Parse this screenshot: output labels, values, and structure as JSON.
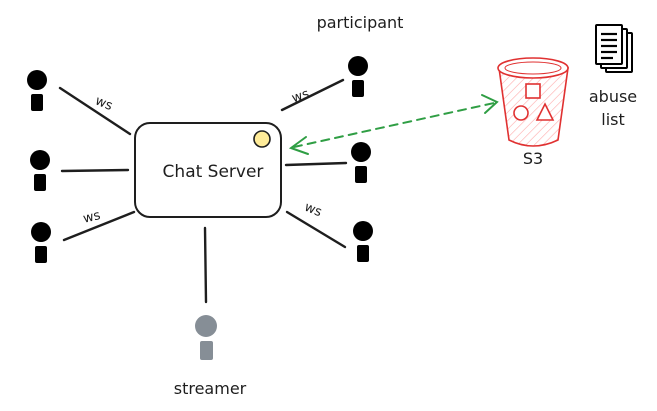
{
  "server": {
    "label": "Chat Server"
  },
  "labels": {
    "participant": "participant",
    "streamer": "streamer",
    "s3": "S3",
    "abuse_line1": "abuse",
    "abuse_line2": "list"
  },
  "edge_labels": {
    "top_left": "ws",
    "bottom_left": "ws",
    "top_right": "ws",
    "bottom_right": "ws"
  },
  "icons": {
    "participant": "person-icon",
    "streamer": "person-icon",
    "s3": "s3-bucket-icon",
    "abuse_list": "document-stack-icon"
  },
  "colors": {
    "stroke": "#1e1e1e",
    "server_fill": "#ffffff",
    "server_status_dot": "#ffec99",
    "streamer": "#868e96",
    "s3": "#e03131",
    "s3_fill": "#ffc9c9",
    "dashed_arrow": "#2f9e44"
  }
}
